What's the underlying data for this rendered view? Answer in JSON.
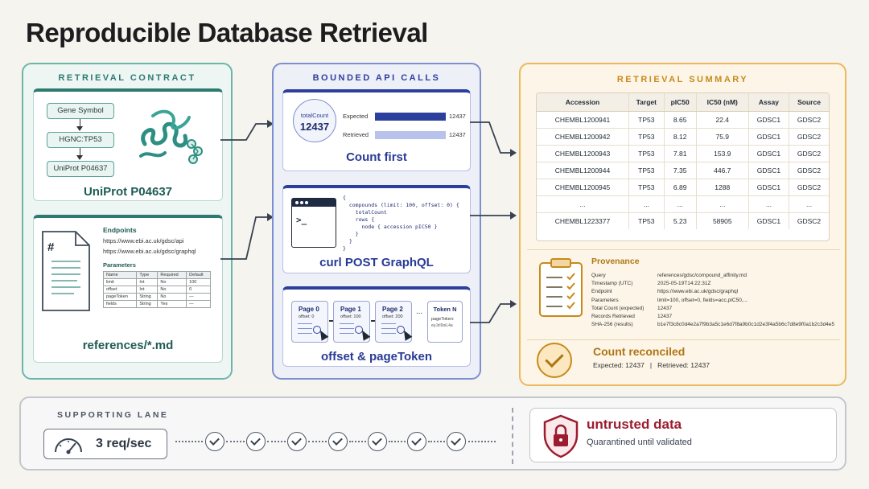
{
  "title": "Reproducible Database Retrieval",
  "contract": {
    "heading": "RETRIEVAL CONTRACT",
    "flow": [
      "Gene Symbol",
      "HGNC:TP53",
      "UniProt P04637"
    ],
    "uniprot_caption": "UniProt P04637",
    "doc_hash": "#",
    "endpoints_label": "Endpoints",
    "endpoints": [
      "https://www.ebi.ac.uk/gdsc/api",
      "https://www.ebi.ac.uk/gdsc/graphql"
    ],
    "parameters_label": "Parameters",
    "param_headers": [
      "Name",
      "Type",
      "Required",
      "Default"
    ],
    "param_rows": [
      [
        "limit",
        "Int",
        "No",
        "100"
      ],
      [
        "offset",
        "Int",
        "No",
        "0"
      ],
      [
        "pageToken",
        "String",
        "No",
        "—"
      ],
      [
        "fields",
        "String",
        "Yes",
        "—"
      ]
    ],
    "refs_caption": "references/*.md"
  },
  "api": {
    "heading": "BOUNDED API CALLS",
    "count_label": "totalCount",
    "count_value": "12437",
    "expected_label": "Expected",
    "expected_value": "12437",
    "retrieved_label": "Retrieved",
    "retrieved_value": "12437",
    "count_caption": "Count first",
    "code_lines": [
      "{",
      "  compounds (limit: 100, offset: 0) {",
      "    totalCount",
      "    rows {",
      "      node { accession pIC50 }",
      "    }",
      "  }",
      "}"
    ],
    "terminal_prompt": ">_",
    "curl_caption": "curl POST GraphQL",
    "pages": [
      {
        "label": "Page 0",
        "offset": "offset: 0"
      },
      {
        "label": "Page 1",
        "offset": "offset: 100"
      },
      {
        "label": "Page 2",
        "offset": "offset: 200"
      }
    ],
    "ellipsis": "...",
    "token_label": "Token N",
    "token_value": "pageToken:",
    "token_sub": "eyJzI9oiL4a",
    "paging_caption": "offset & pageToken"
  },
  "summary": {
    "heading": "RETRIEVAL SUMMARY",
    "headers": [
      "Accession",
      "Target",
      "pIC50",
      "IC50 (nM)",
      "Assay",
      "Source"
    ],
    "rows": [
      [
        "CHEMBL1200941",
        "TP53",
        "8.65",
        "22.4",
        "GDSC1",
        "GDSC2"
      ],
      [
        "CHEMBL1200942",
        "TP53",
        "8.12",
        "75.9",
        "GDSC1",
        "GDSC2"
      ],
      [
        "CHEMBL1200943",
        "TP53",
        "7.81",
        "153.9",
        "GDSC1",
        "GDSC2"
      ],
      [
        "CHEMBL1200944",
        "TP53",
        "7.35",
        "446.7",
        "GDSC1",
        "GDSC2"
      ],
      [
        "CHEMBL1200945",
        "TP53",
        "6.89",
        "1288",
        "GDSC1",
        "GDSC2"
      ],
      [
        "...",
        "...",
        "...",
        "...",
        "...",
        "..."
      ],
      [
        "CHEMBL1223377",
        "TP53",
        "5.23",
        "58905",
        "GDSC1",
        "GDSC2"
      ]
    ],
    "provenance_label": "Provenance",
    "provenance": [
      [
        "Query",
        "references/gdsc/compound_affinity.md"
      ],
      [
        "Timestamp (UTC)",
        "2025-05-19T14:22:31Z"
      ],
      [
        "Endpoint",
        "https://www.ebi.ac.uk/gdsc/graphql"
      ],
      [
        "Parameters",
        "limit=100, offset=0, fields=acc,pIC50,..."
      ],
      [
        "Total Count (expected)",
        "12437"
      ],
      [
        "Records Retrieved",
        "12437"
      ],
      [
        "SHA-256 (results)",
        "b1e7f3c8c0d4e2a7f9b3a5c1e6d7f8a9b0c1d2e3f4a5b6c7d8e9f0a1b2c3d4e5"
      ]
    ],
    "reconciled_label": "Count reconciled",
    "reconciled_detail": "Expected: 12437   |   Retrieved: 12437"
  },
  "lane": {
    "heading": "SUPPORTING LANE",
    "rate": "3 req/sec",
    "untrusted_label": "untrusted data",
    "untrusted_detail": "Quarantined until validated"
  },
  "colors": {
    "teal": "#2d7a71",
    "blue": "#2d3f9c",
    "gold": "#c8891c",
    "red": "#9b1c2e"
  }
}
